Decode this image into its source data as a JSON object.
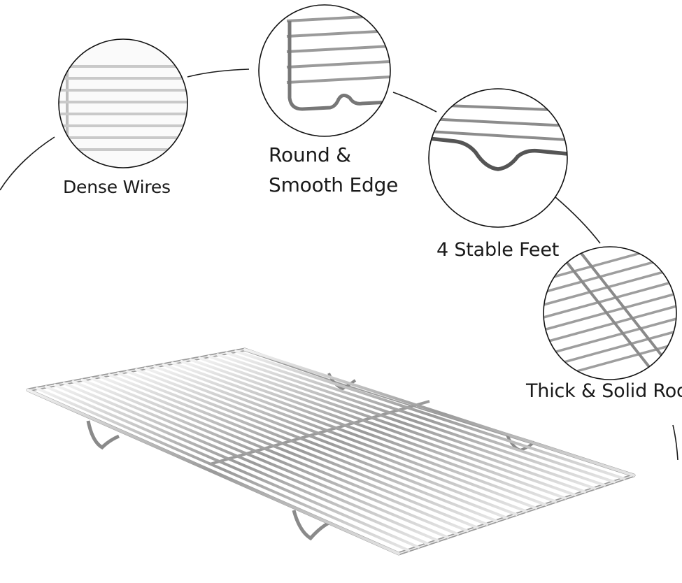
{
  "callouts": [
    {
      "id": "dense",
      "label": "Dense Wires"
    },
    {
      "id": "round",
      "label_line1": "Round &",
      "label_line2": "Smooth Edge"
    },
    {
      "id": "feet",
      "label": "4 Stable Feet"
    },
    {
      "id": "thick",
      "label": "Thick & Solid Rod"
    }
  ],
  "colors": {
    "background": "#ffffff",
    "connector_line": "#1a1a1a",
    "circle_outline": "#111111",
    "wire_light": "#d8d8d8",
    "wire_dark": "#7a7a7a"
  }
}
